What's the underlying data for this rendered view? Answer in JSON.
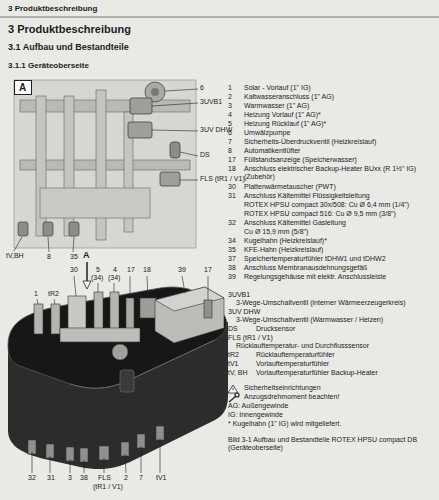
{
  "diagram": {
    "title": "3 Produktbeschreibung",
    "caption": "Bild 3-1 Aufbau und Bestandteile ROTEX HPSU compact DB (Geräteoberseite)",
    "nodes": [
      {
        "text": [
          "A"
        ]
      }
    ],
    "labels": [
      "3 Produktbeschreibung",
      "3.1 Aufbau und Bestandteile",
      "3.1.1 Geräteoberseite",
      "6",
      "3UVB1",
      "3UV DHW",
      "DS",
      "FLS (tR1 / V1)",
      "tV,BH",
      "8",
      "35",
      "A",
      "30",
      "5",
      "(34)",
      "4",
      "(34)",
      "17",
      "18",
      "39",
      "17",
      "1",
      "tR2",
      "32",
      "31",
      "3",
      "38",
      "FLS",
      "2",
      "7",
      "tV1",
      "(tR1 / V1)",
      "1",
      "Solar - Vorlauf (1\" IG)",
      "2",
      "Kaltwasseranschluss (1\" AG)",
      "3",
      "Warmwasser (1\" AG)",
      "4",
      "Heizung Vorlauf (1\" AG)*",
      "5",
      "Heizung Rücklauf (1\" AG)*",
      "6",
      "Umwälzpumpe",
      "7",
      "Sicherheits-Überdruckventil (Heizkreislauf)",
      "8",
      "Automatikentlüfter",
      "17",
      "Füllstandsanzeige (Speicherwasser)",
      "18",
      "Anschluss elektrischer Backup-Heater BUxx (R 1½\" IG) (Zubehör)",
      "30",
      "Plattenwärmetauscher (PWT)",
      "31",
      "Anschluss Kältemittel Flüssigkeitsleitung",
      "ROTEX HPSU compact 30x/508: Cu Ø 6,4 mm (1/4\")",
      "ROTEX HPSU compact 516: Cu Ø 9,5 mm (3/8\")",
      "32",
      "Anschluss Kältemittel Gasleitung",
      "Cu Ø 15,9 mm (5/8\")",
      "34",
      "Kugelhahn (Heizkreislauf)*",
      "35",
      "KFE-Hahn (Heizkreislauf)",
      "37",
      "Speichertemperaturfühler tDHW1 und tDHW2",
      "38",
      "Anschluss Membranausdehnungsgefäß",
      "39",
      "Regelungsgehäuse mit elektr. Anschlussleiste",
      "3UVB1",
      "3-Wege-Umschaltventil (interner Wärmeerzeugerkreis)",
      "3UV DHW",
      "3-Wege-Umschaltventil (Warmwasser / Heizen)",
      "DS",
      "Drucksensor",
      "FLS (tR1 / V1)",
      "Rücklauftemperatur- und Durchflusssensor",
      "tR2",
      "Rücklauftemperaturfühler",
      "tV1",
      "Vorlauftemperaturfühler",
      "tV, BH",
      "Vorlauftemperaturfühler Backup-Heater",
      "AG: Außengewinde",
      "IG: Innengewinde",
      "* Kugelhahn (1\" IG) wird mitgeliefert."
    ],
    "legend": [
      {
        "text": "Sicherheitseinrichtungen"
      },
      {
        "text": "Anzugsdrehmoment beachten!"
      }
    ]
  }
}
